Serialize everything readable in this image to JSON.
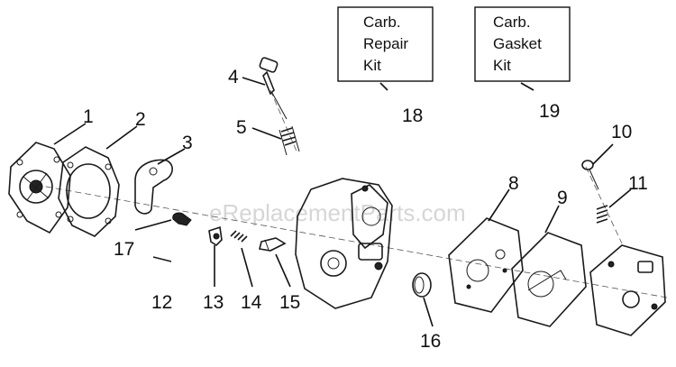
{
  "watermark": "eReplacementParts.com",
  "kits": [
    {
      "line1": "Carb.",
      "line2": "Repair",
      "line3": "Kit",
      "number": "18"
    },
    {
      "line1": "Carb.",
      "line2": "Gasket",
      "line3": "Kit",
      "number": "19"
    }
  ],
  "parts": [
    "1",
    "2",
    "3",
    "4",
    "5",
    "8",
    "9",
    "10",
    "11",
    "12",
    "13",
    "14",
    "15",
    "16",
    "17"
  ]
}
